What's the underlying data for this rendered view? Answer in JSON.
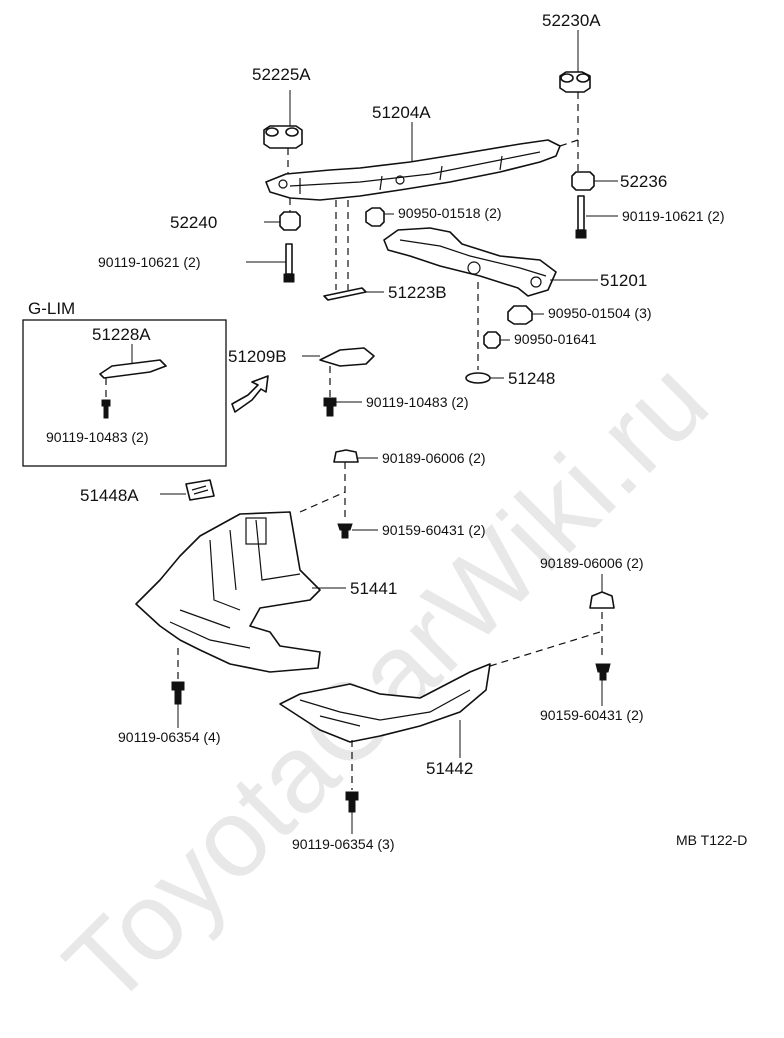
{
  "watermark": "ToyotaCarWiki.ru",
  "diagram_code": "MB T122-D",
  "inset": {
    "title": "G-LIM",
    "part": "51228A",
    "bolt": "90119-10483 (2)"
  },
  "parts": {
    "p52230A": "52230A",
    "p52225A": "52225A",
    "p51204A": "51204A",
    "p52236": "52236",
    "p52240": "52240",
    "p90950_01518": "90950-01518 (2)",
    "p90119_10621_r": "90119-10621 (2)",
    "p90119_10621_l": "90119-10621 (2)",
    "p51201": "51201",
    "p51223B": "51223B",
    "p90950_01504": "90950-01504 (3)",
    "p90950_01641": "90950-01641",
    "p51209B": "51209B",
    "p51248": "51248",
    "p90119_10483": "90119-10483 (2)",
    "p90189_06006_a": "90189-06006 (2)",
    "p51448A": "51448A",
    "p90159_60431_a": "90159-60431 (2)",
    "p51441": "51441",
    "p90189_06006_b": "90189-06006 (2)",
    "p90159_60431_b": "90159-60431 (2)",
    "p90119_06354_l": "90119-06354 (4)",
    "p51442": "51442",
    "p90119_06354_b": "90119-06354 (3)"
  }
}
